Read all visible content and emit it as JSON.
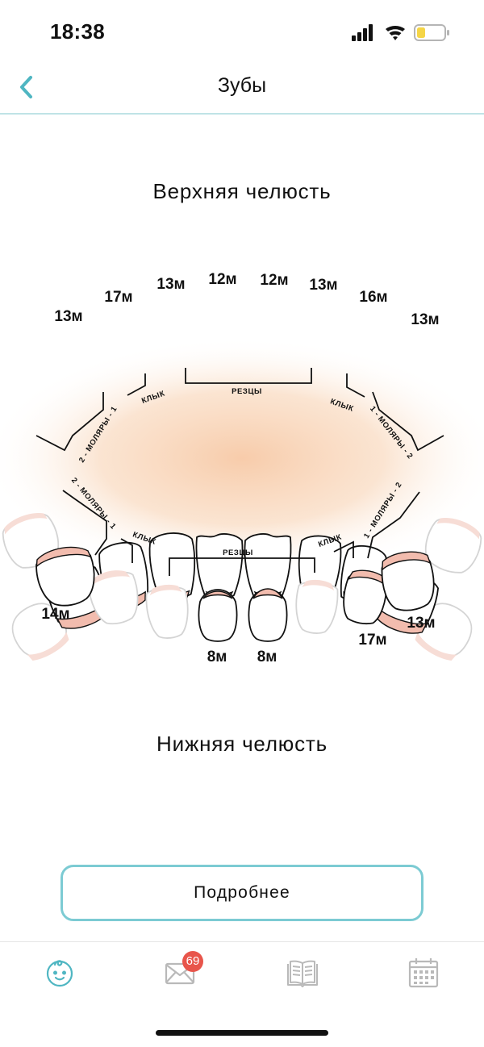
{
  "status_bar": {
    "time": "18:38",
    "battery_color": "#f5d547"
  },
  "nav": {
    "title": "Зубы",
    "accent": "#4fb6c2"
  },
  "upper_jaw": {
    "title": "Верхняя челюсть",
    "eruption_ages": [
      "13м",
      "17м",
      "13м",
      "12м",
      "12м",
      "13м",
      "16м",
      "13м"
    ],
    "groups": [
      "2 - МОЛЯРЫ - 1",
      "КЛЫК",
      "РЕЗЦЫ",
      "КЛЫК",
      "1 - МОЛЯРЫ - 2"
    ]
  },
  "lower_jaw": {
    "title": "Нижняя челюсть",
    "eruption_ages": [
      "14м",
      "8м",
      "8м",
      "17м",
      "13м"
    ],
    "groups": [
      "2 - МОЛЯРЫ - 1",
      "КЛЫК",
      "РЕЗЦЫ",
      "КЛЫК",
      "1 - МОЛЯРЫ - 2"
    ]
  },
  "actions": {
    "more_label": "Подробнее"
  },
  "tab_bar": {
    "items": [
      "baby-face-icon",
      "mail-icon",
      "book-icon",
      "calendar-icon"
    ],
    "active_color": "#4fb6c2",
    "inactive_color": "#b9b9b9",
    "mail_badge": "69",
    "badge_color": "#e8554b"
  }
}
